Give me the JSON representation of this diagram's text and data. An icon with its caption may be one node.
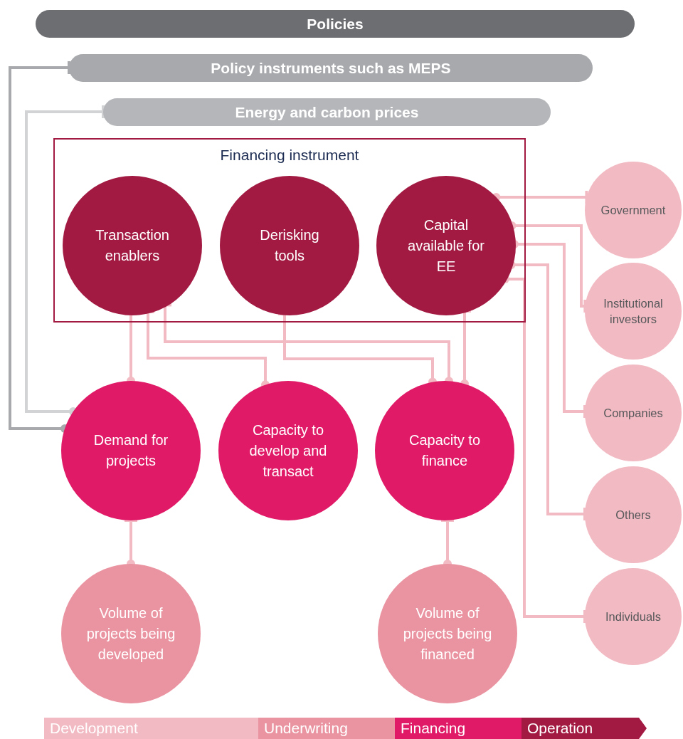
{
  "diagram": {
    "nodes": [
      {
        "text": [
          "Policies"
        ]
      },
      {
        "text": [
          "Policy instruments such as MEPS"
        ]
      },
      {
        "text": [
          "Energy and carbon prices"
        ]
      },
      {
        "text": [
          "Financing instrument"
        ]
      },
      {
        "text": [
          "Transaction enablers"
        ],
        "in": 3
      },
      {
        "text": [
          "Derisking tools"
        ],
        "in": 3
      },
      {
        "text": [
          "Capital available for EE"
        ],
        "in": 3
      },
      {
        "text": [
          "Government"
        ]
      },
      {
        "text": [
          "Institutional investors"
        ]
      },
      {
        "text": [
          "Demand for projects"
        ]
      },
      {
        "text": [
          "Capacity to develop and transact"
        ]
      },
      {
        "text": [
          "Capacity to finance"
        ]
      },
      {
        "text": [
          "Companies"
        ]
      },
      {
        "text": [
          "Others"
        ]
      },
      {
        "text": [
          "Volume of projects being developed"
        ]
      },
      {
        "text": [
          "Volume of projects being financed"
        ]
      },
      {
        "text": [
          "Individuals"
        ]
      },
      {
        "text": [
          "Development"
        ]
      },
      {
        "text": [
          "Underwriting"
        ]
      },
      {
        "text": [
          "Financing"
        ]
      },
      {
        "text": [
          "Operation"
        ]
      }
    ],
    "edges": [
      {
        "from": 1,
        "to": 9,
        "arrow": "other",
        "color": "#a7a9ac"
      },
      {
        "from": 2,
        "to": 9,
        "arrow": "other",
        "color": "#d1d3d4"
      },
      {
        "from": 4,
        "to": 9,
        "arrow": "other"
      },
      {
        "from": 4,
        "to": 10,
        "arrow": "other"
      },
      {
        "from": 4,
        "to": 11,
        "arrow": "other"
      },
      {
        "from": 5,
        "to": 11,
        "arrow": "other"
      },
      {
        "from": 6,
        "to": 11,
        "arrow": "other"
      },
      {
        "from": 9,
        "to": 14,
        "arrow": "other"
      },
      {
        "from": 11,
        "to": 15,
        "arrow": "other"
      },
      {
        "from": 7,
        "to": 6,
        "arrow": "other"
      },
      {
        "from": 8,
        "to": 6,
        "arrow": "other"
      },
      {
        "from": 12,
        "to": 6,
        "arrow": "other"
      },
      {
        "from": 13,
        "to": 6,
        "arrow": "other"
      },
      {
        "from": 16,
        "to": 6,
        "arrow": "other"
      }
    ]
  }
}
